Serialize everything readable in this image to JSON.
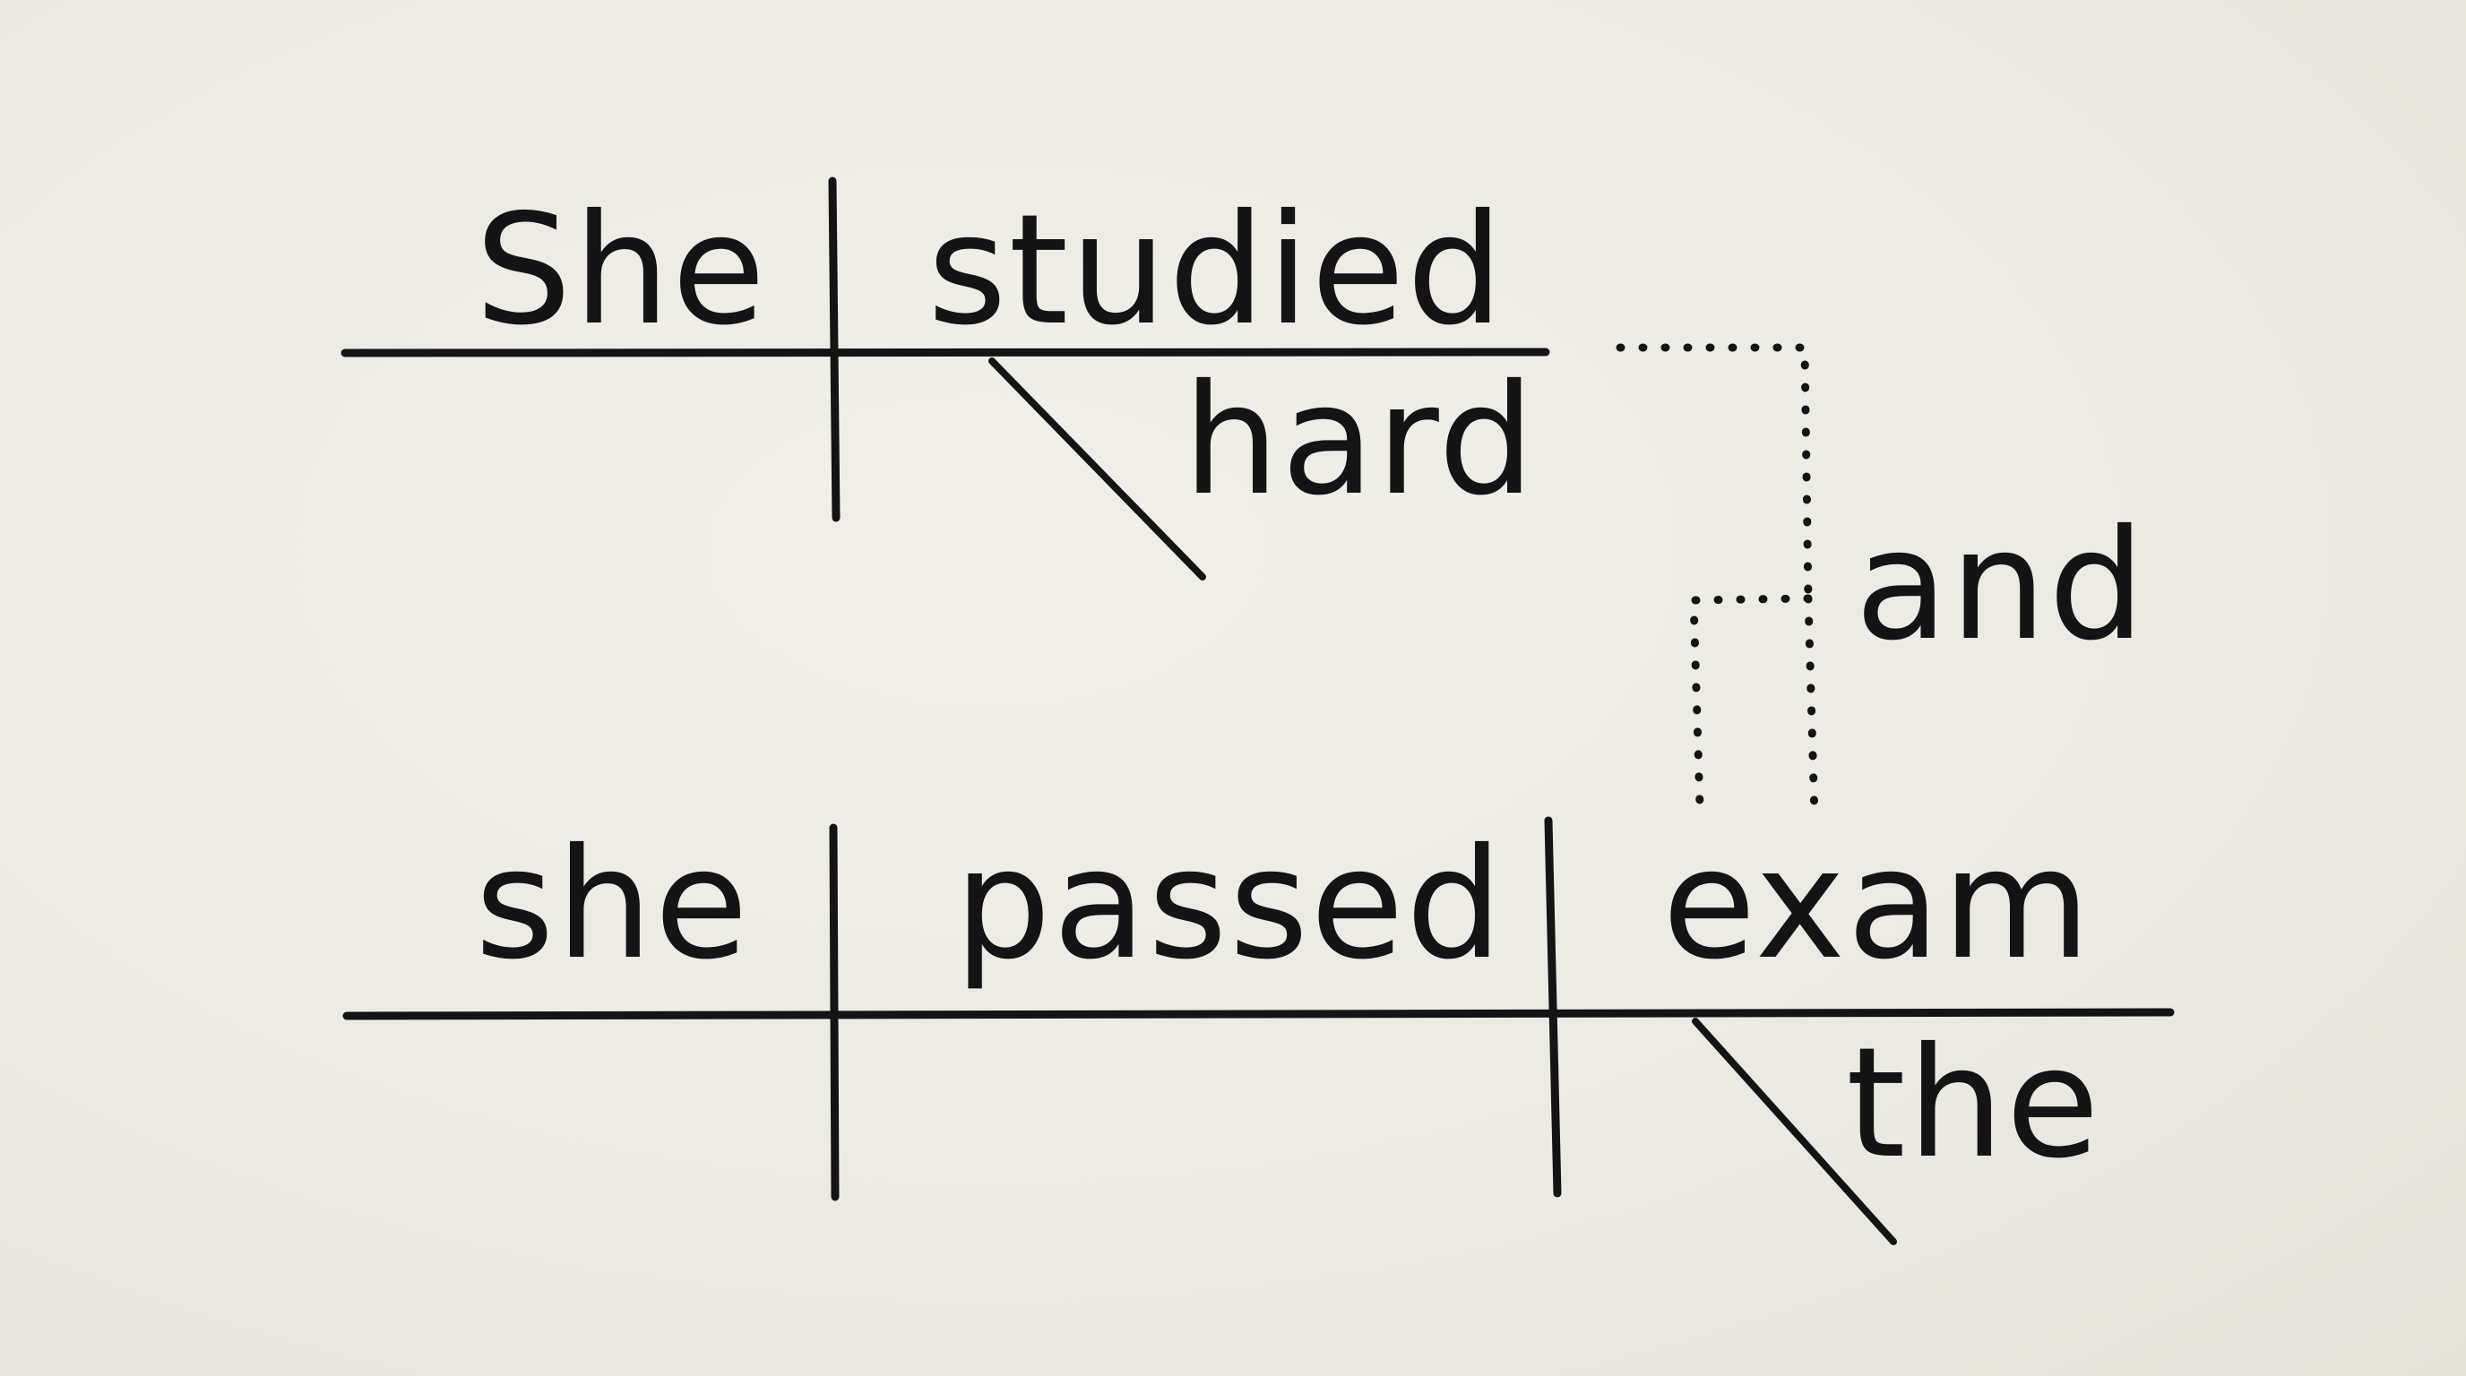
{
  "sentence": {
    "clause_1": {
      "subject": "She",
      "verb": "studied",
      "modifier": "hard"
    },
    "conjunction": "and",
    "clause_2": {
      "subject": "she",
      "verb": "passed",
      "object": "exam",
      "modifier": "the"
    }
  }
}
